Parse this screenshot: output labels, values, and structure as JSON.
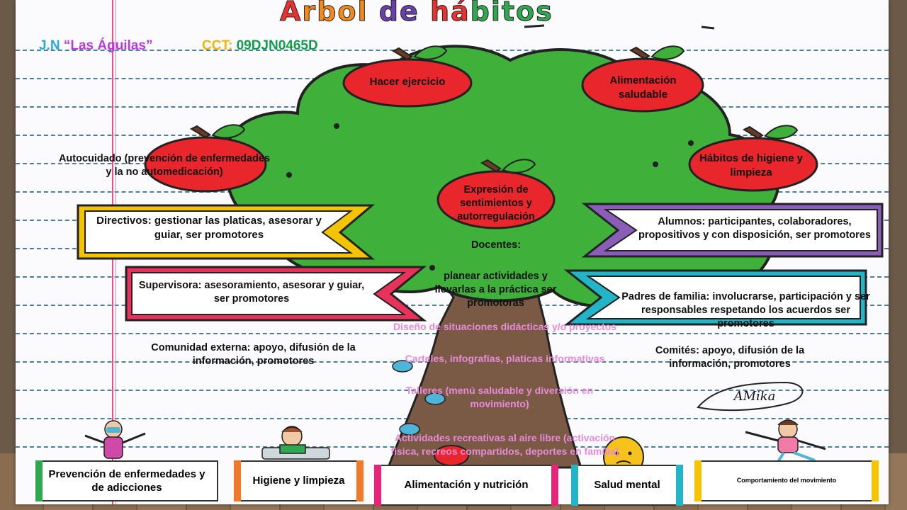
{
  "header": {
    "title_words": [
      "Á",
      "rbol",
      "de",
      "há",
      "bitos"
    ],
    "school_prefix": "J.N",
    "school_name": "“Las Águilas”",
    "cct_label": "CCT:",
    "cct_value": "09DJN0465D"
  },
  "apples": {
    "exercise": "Hacer ejercicio",
    "food": "Alimentación saludable",
    "selfcare": "Autocuidado (prevención de enfermedades y la no automedicación)",
    "hygiene": "Hábitos de higiene y limpieza",
    "feelings": "Expresión de sentimientos y autorregulación"
  },
  "roles": {
    "directivos": "Directivos: gestionar las platicas, asesorar y guiar, ser promotores",
    "alumnos": "Alumnos: participantes, colaboradores, propositivos y con disposición, ser promotores",
    "supervisora": "Supervisora: asesoramiento, asesorar y guiar, ser promotores",
    "padres": "Padres de familia: involucrarse, participación y ser responsables respetando los acuerdos ser promotores",
    "comunidad": "Comunidad externa: apoyo, difusión de la información, promotores",
    "comites": "Comités: apoyo, difusión de la información, promotores",
    "docentes_label": "Docentes:",
    "docentes_text": "planear actividades y llevarlas a la práctica ser promotoras"
  },
  "trunk_items": [
    "Diseño de situaciones didácticas y/o proyectos",
    "Carteles, infografías, platicas informativas",
    "Talleres (menú saludable y diversión en movimiento)",
    "Actividades recreativas al aire libre (activación física, recreos compartidos, deportes en familia)"
  ],
  "signature": "AMika",
  "tabs": [
    {
      "label": "Prevención de enfermedades y de adicciones",
      "color": "#2fa84f"
    },
    {
      "label": "Higiene y limpieza",
      "color": "#f07a2a"
    },
    {
      "label": "Alimentación y nutrición",
      "color": "#e8247a"
    },
    {
      "label": "Salud mental",
      "color": "#22b5c8"
    },
    {
      "label": "Comportamiento del movimiento",
      "color": "#f5c400"
    }
  ],
  "colors": {
    "leaves": "#3fb03a",
    "trunk": "#7a5a44",
    "apple": "#e8262b",
    "pink_text": "#e88ad9"
  }
}
